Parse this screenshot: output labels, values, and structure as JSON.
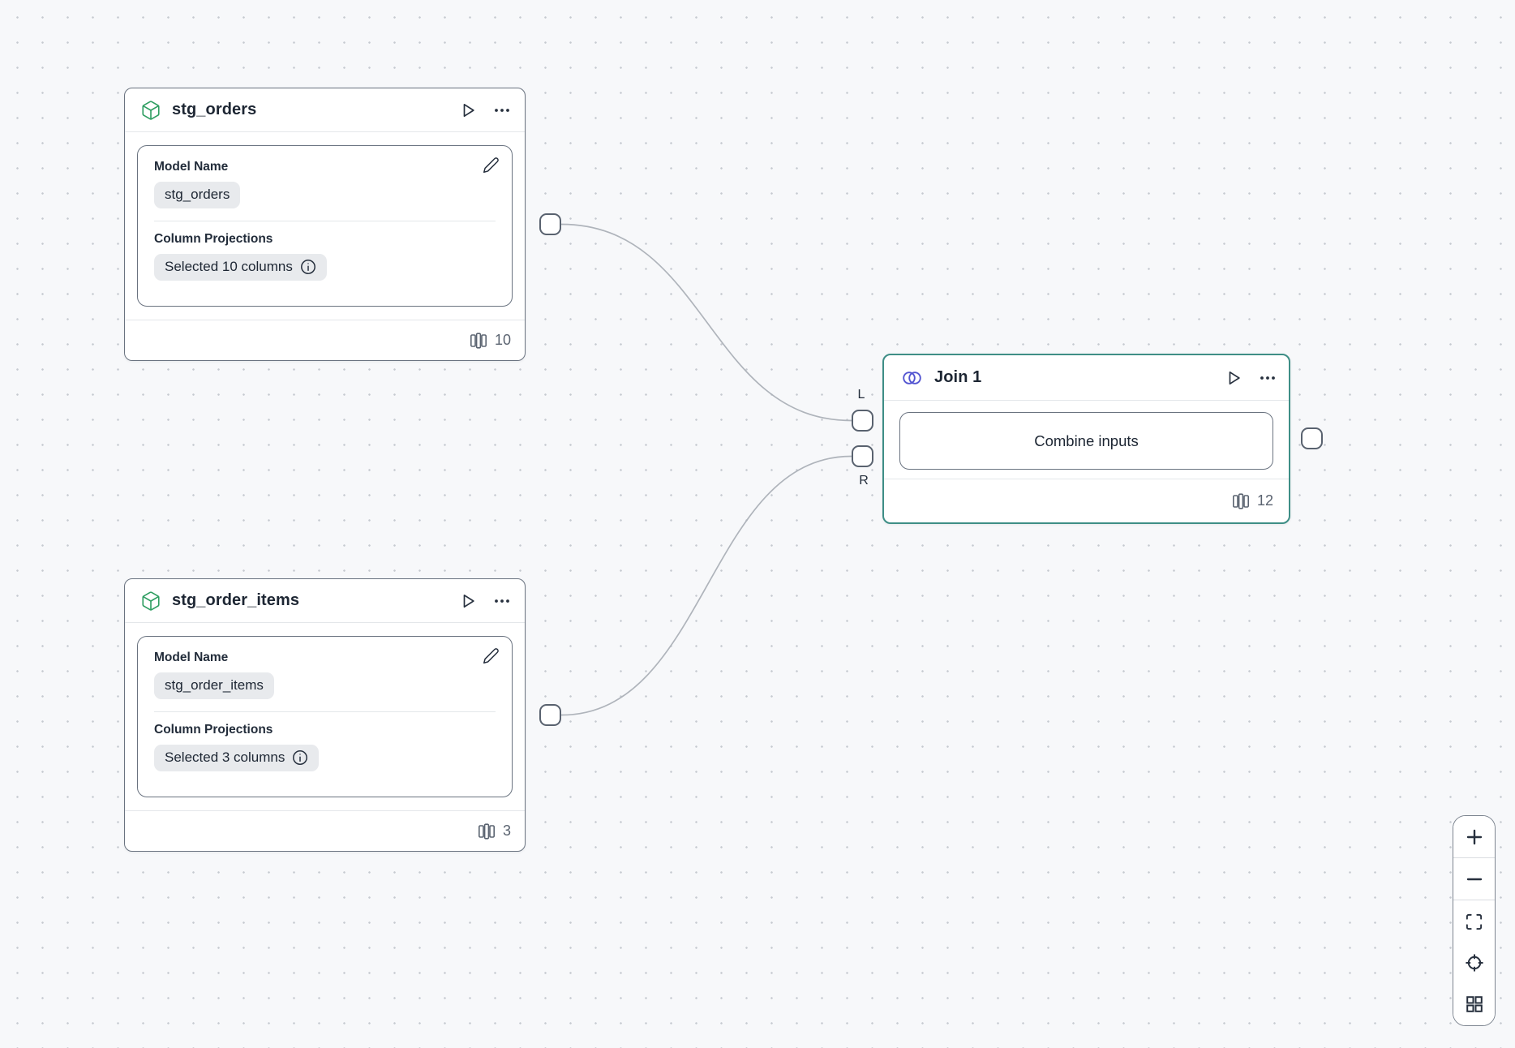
{
  "colors": {
    "canvas_bg": "#F7F8FA",
    "grid_dot": "#C6CAD0",
    "node_border": "#6A7380",
    "join_accent_teal": "#3E8E86",
    "model_icon_green": "#2F9E62",
    "join_icon_indigo": "#5355D1",
    "edge_gray": "#AFB4BB"
  },
  "nodes": {
    "stg_orders": {
      "icon": "cube-icon",
      "title": "stg_orders",
      "model_name": {
        "label": "Model Name",
        "value": "stg_orders"
      },
      "column_projections": {
        "label": "Column Projections",
        "value": "Selected 10 columns"
      },
      "footer_column_count": "10"
    },
    "stg_order_items": {
      "icon": "cube-icon",
      "title": "stg_order_items",
      "model_name": {
        "label": "Model Name",
        "value": "stg_order_items"
      },
      "column_projections": {
        "label": "Column Projections",
        "value": "Selected 3 columns"
      },
      "footer_column_count": "3"
    },
    "join_1": {
      "icon": "join-venn-icon",
      "title": "Join 1",
      "combine_button_label": "Combine inputs",
      "left_port_label": "L",
      "right_port_label": "R",
      "footer_column_count": "12"
    }
  },
  "zoom_controls": {
    "items": [
      "zoom-in",
      "zoom-out",
      "fit-view",
      "locate-center",
      "layout-grid"
    ]
  }
}
